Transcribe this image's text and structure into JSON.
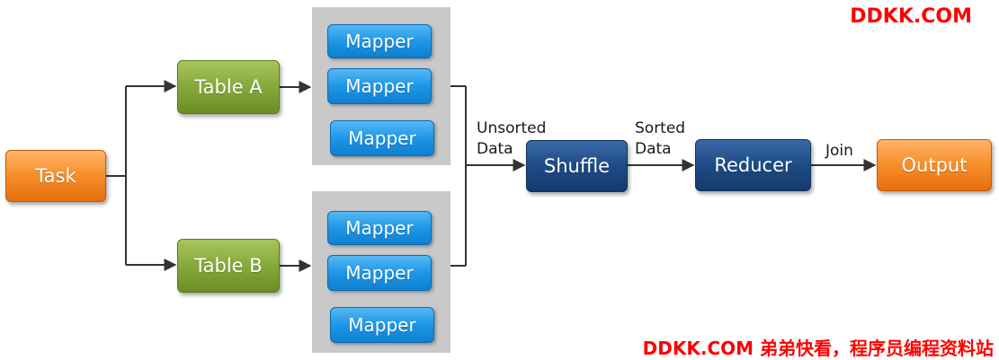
{
  "diagram": {
    "task": "Task",
    "table_a": "Table A",
    "table_b": "Table B",
    "mappers_top": [
      "Mapper",
      "Mapper",
      "Mapper"
    ],
    "mappers_bottom": [
      "Mapper",
      "Mapper",
      "Mapper"
    ],
    "unsorted_label_1": "Unsorted",
    "unsorted_label_2": "Data",
    "shuffle": "Shuffle",
    "sorted_label_1": "Sorted",
    "sorted_label_2": "Data",
    "reducer": "Reducer",
    "join_label": "Join",
    "output": "Output"
  },
  "watermark": {
    "top": "DDKK.COM",
    "bottom": "DDKK.COM 弟弟快看，程序员编程资料站"
  },
  "colors": {
    "orange": "#f7922e",
    "green": "#86a93a",
    "blue": "#1e96e6",
    "navy": "#1d4b86",
    "panel": "#c9c9c9",
    "watermark": "#ff0000"
  }
}
